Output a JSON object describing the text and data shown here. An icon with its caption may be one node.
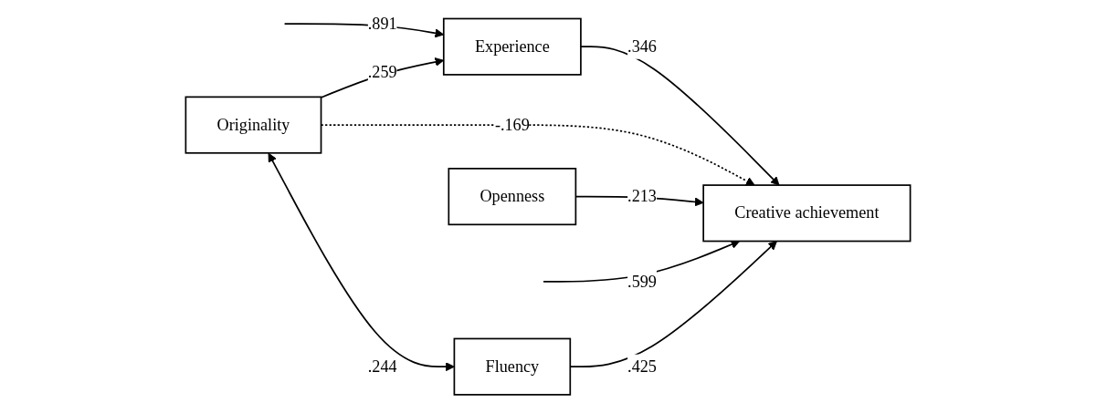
{
  "diagram": {
    "nodes": [
      {
        "text": [
          "Experience"
        ]
      },
      {
        "text": [
          "Originality"
        ]
      },
      {
        "text": [
          "Fluency"
        ]
      },
      {
        "text": [
          "Openness"
        ]
      },
      {
        "text": [
          "Creative achievement"
        ]
      }
    ],
    "edges": [
      {
        "from": 1,
        "to": 0,
        "arrow": "to",
        "label": ".259"
      },
      {
        "from": null,
        "to": 0,
        "arrow": "to",
        "label": ".891"
      },
      {
        "from": 0,
        "to": 4,
        "arrow": "to",
        "label": ".346"
      },
      {
        "from": 1,
        "to": 4,
        "arrow": "to",
        "label": "-.169",
        "style": "dashed"
      },
      {
        "from": 2,
        "to": 4,
        "arrow": "to",
        "label": ".425"
      },
      {
        "from": 3,
        "to": 4,
        "arrow": "to",
        "label": ".213"
      },
      {
        "from": null,
        "to": 4,
        "arrow": "to",
        "label": ".599"
      },
      {
        "from": 1,
        "to": 2,
        "arrow": "both",
        "label": ".244"
      }
    ]
  }
}
